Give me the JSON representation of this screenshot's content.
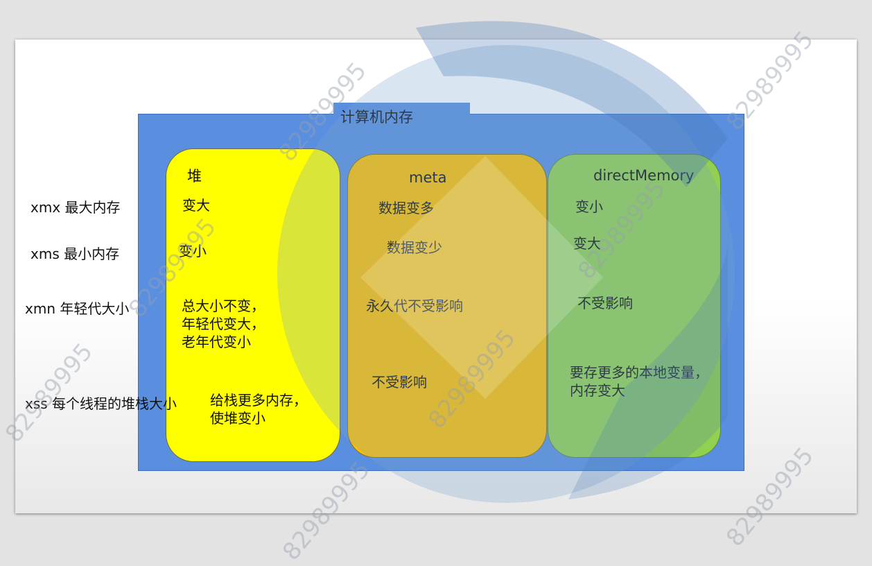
{
  "frame": {
    "title": "计算机内存"
  },
  "row_labels": [
    "xmx 最大内存",
    "xms 最小内存",
    "xmn 年轻代大小",
    "xss 每个线程的堆栈大小"
  ],
  "columns": {
    "heap": {
      "header": "堆",
      "cells": [
        "变大",
        "变小",
        "总大小不变，\n年轻代变大，\n老年代变小",
        "给栈更多内存，\n使堆变小"
      ]
    },
    "meta": {
      "header": "meta",
      "cells": [
        "数据变多",
        "数据变少",
        "永久代不受影响",
        "不受影响"
      ]
    },
    "direct": {
      "header": "directMemory",
      "cells": [
        "变小",
        "变大",
        "不受影响",
        "要存更多的本地变量，\n内存变大"
      ]
    }
  },
  "watermark": {
    "text": "82989995"
  },
  "colors": {
    "frame": "#5a8fe0",
    "heap": "#ffff00",
    "meta": "#ffc000",
    "direct": "#92d050"
  }
}
